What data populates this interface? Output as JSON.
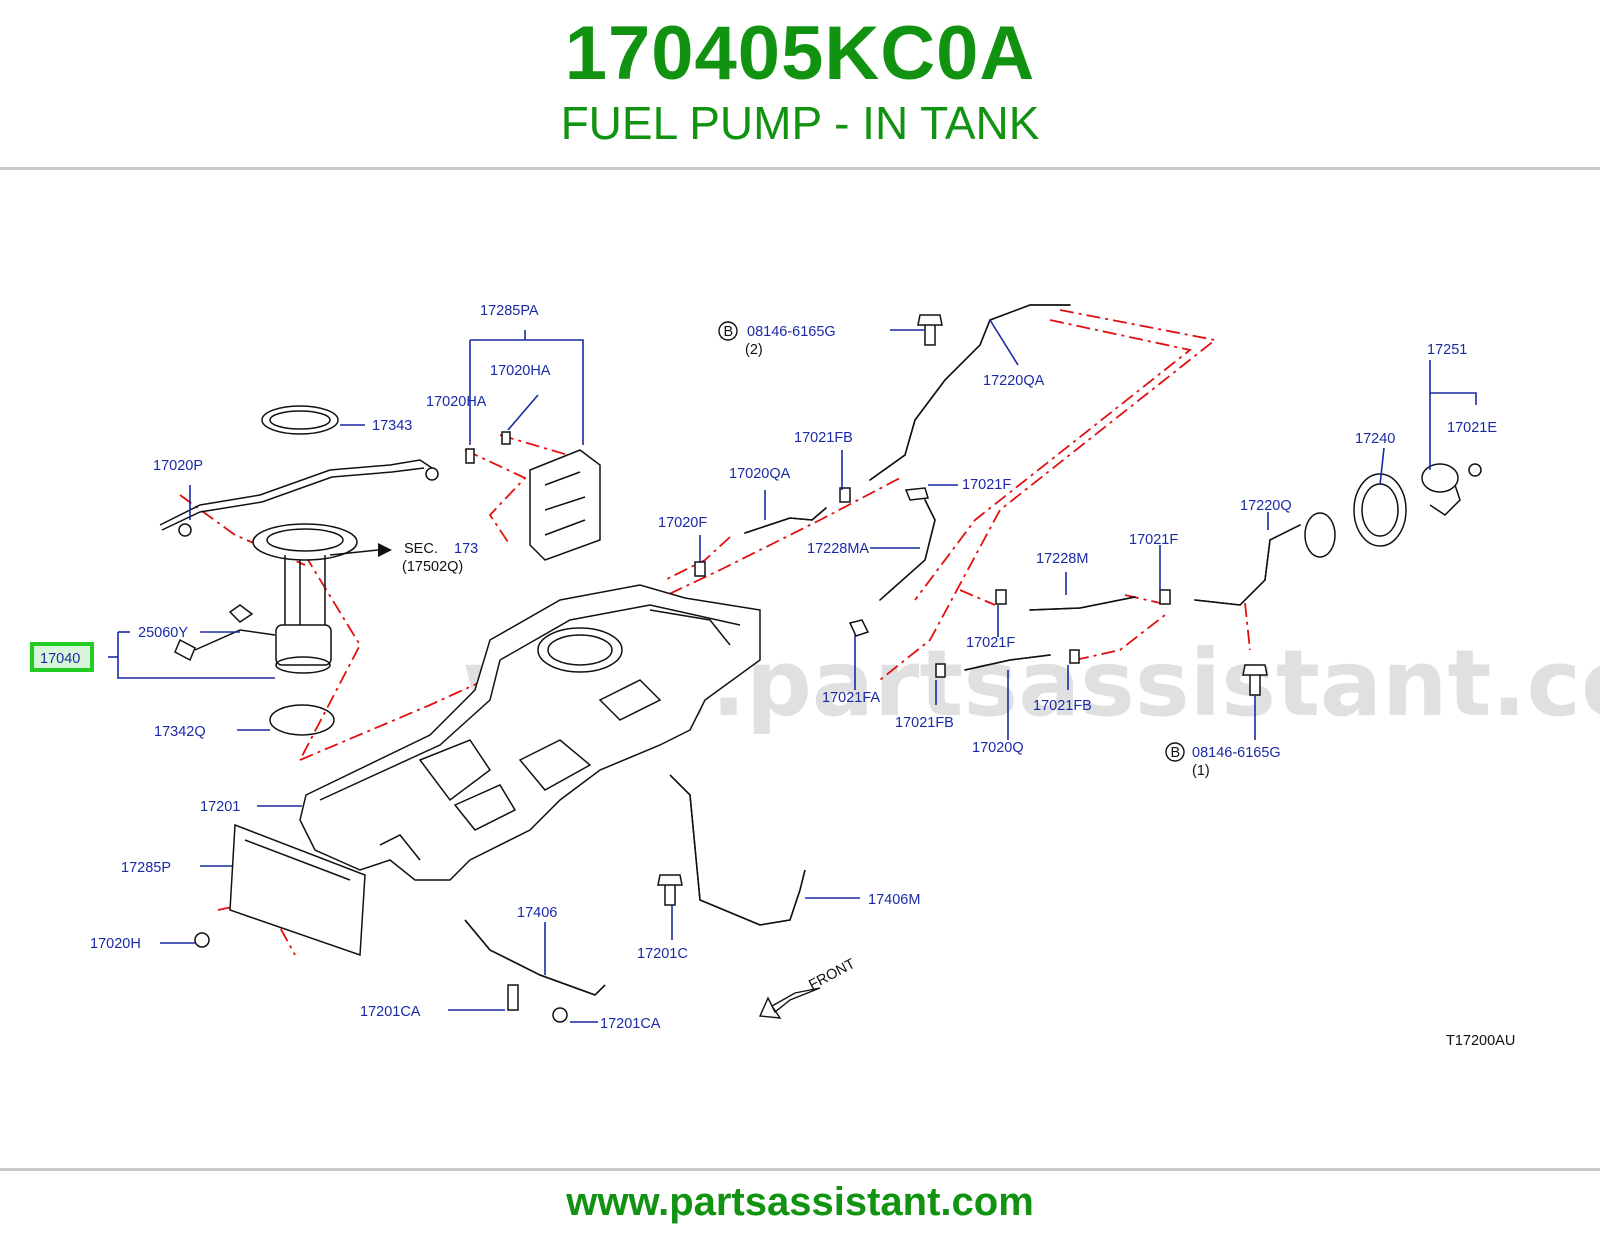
{
  "header": {
    "part_number": "170405KC0A",
    "description": "FUEL PUMP - IN TANK"
  },
  "footer": {
    "url": "www.partsassistant.com"
  },
  "watermark": "www.partsassistant.com",
  "diagram": {
    "code": "T17200AU",
    "highlighted_part": "17040",
    "sec_ref": {
      "prefix": "SEC.",
      "number": "173",
      "sub": "(17502Q)"
    },
    "bolt_callouts": [
      {
        "badge": "B",
        "label": "08146-6165G",
        "qty": "(2)"
      },
      {
        "badge": "B",
        "label": "08146-6165G",
        "qty": "(1)"
      }
    ],
    "front_label": "FRONT",
    "labels": {
      "p17285PA": "17285PA",
      "p17020HA_a": "17020HA",
      "p17020HA_b": "17020HA",
      "p17343": "17343",
      "p17020P": "17020P",
      "p25060Y": "25060Y",
      "p17342Q": "17342Q",
      "p17201": "17201",
      "p17285P": "17285P",
      "p17020H": "17020H",
      "p17406": "17406",
      "p17201CA_a": "17201CA",
      "p17201CA_b": "17201CA",
      "p17201C": "17201C",
      "p17406M": "17406M",
      "p17220QA": "17220QA",
      "p17021FB_a": "17021FB",
      "p17020QA": "17020QA",
      "p17020F": "17020F",
      "p17021F_a": "17021F",
      "p17228MA": "17228MA",
      "p17021FA": "17021FA",
      "p17228M": "17228M",
      "p17021F_b": "17021F",
      "p17021F_c": "17021F",
      "p17220Q": "17220Q",
      "p17021FB_b": "17021FB",
      "p17021FB_c": "17021FB",
      "p17020Q": "17020Q",
      "p17240": "17240",
      "p17251": "17251",
      "p17021E": "17021E"
    }
  },
  "colors": {
    "brand_green": "#119311",
    "callout_blue": "#1a2aa6",
    "dashed_red": "#e01010",
    "highlight_box": "#22cc22"
  }
}
